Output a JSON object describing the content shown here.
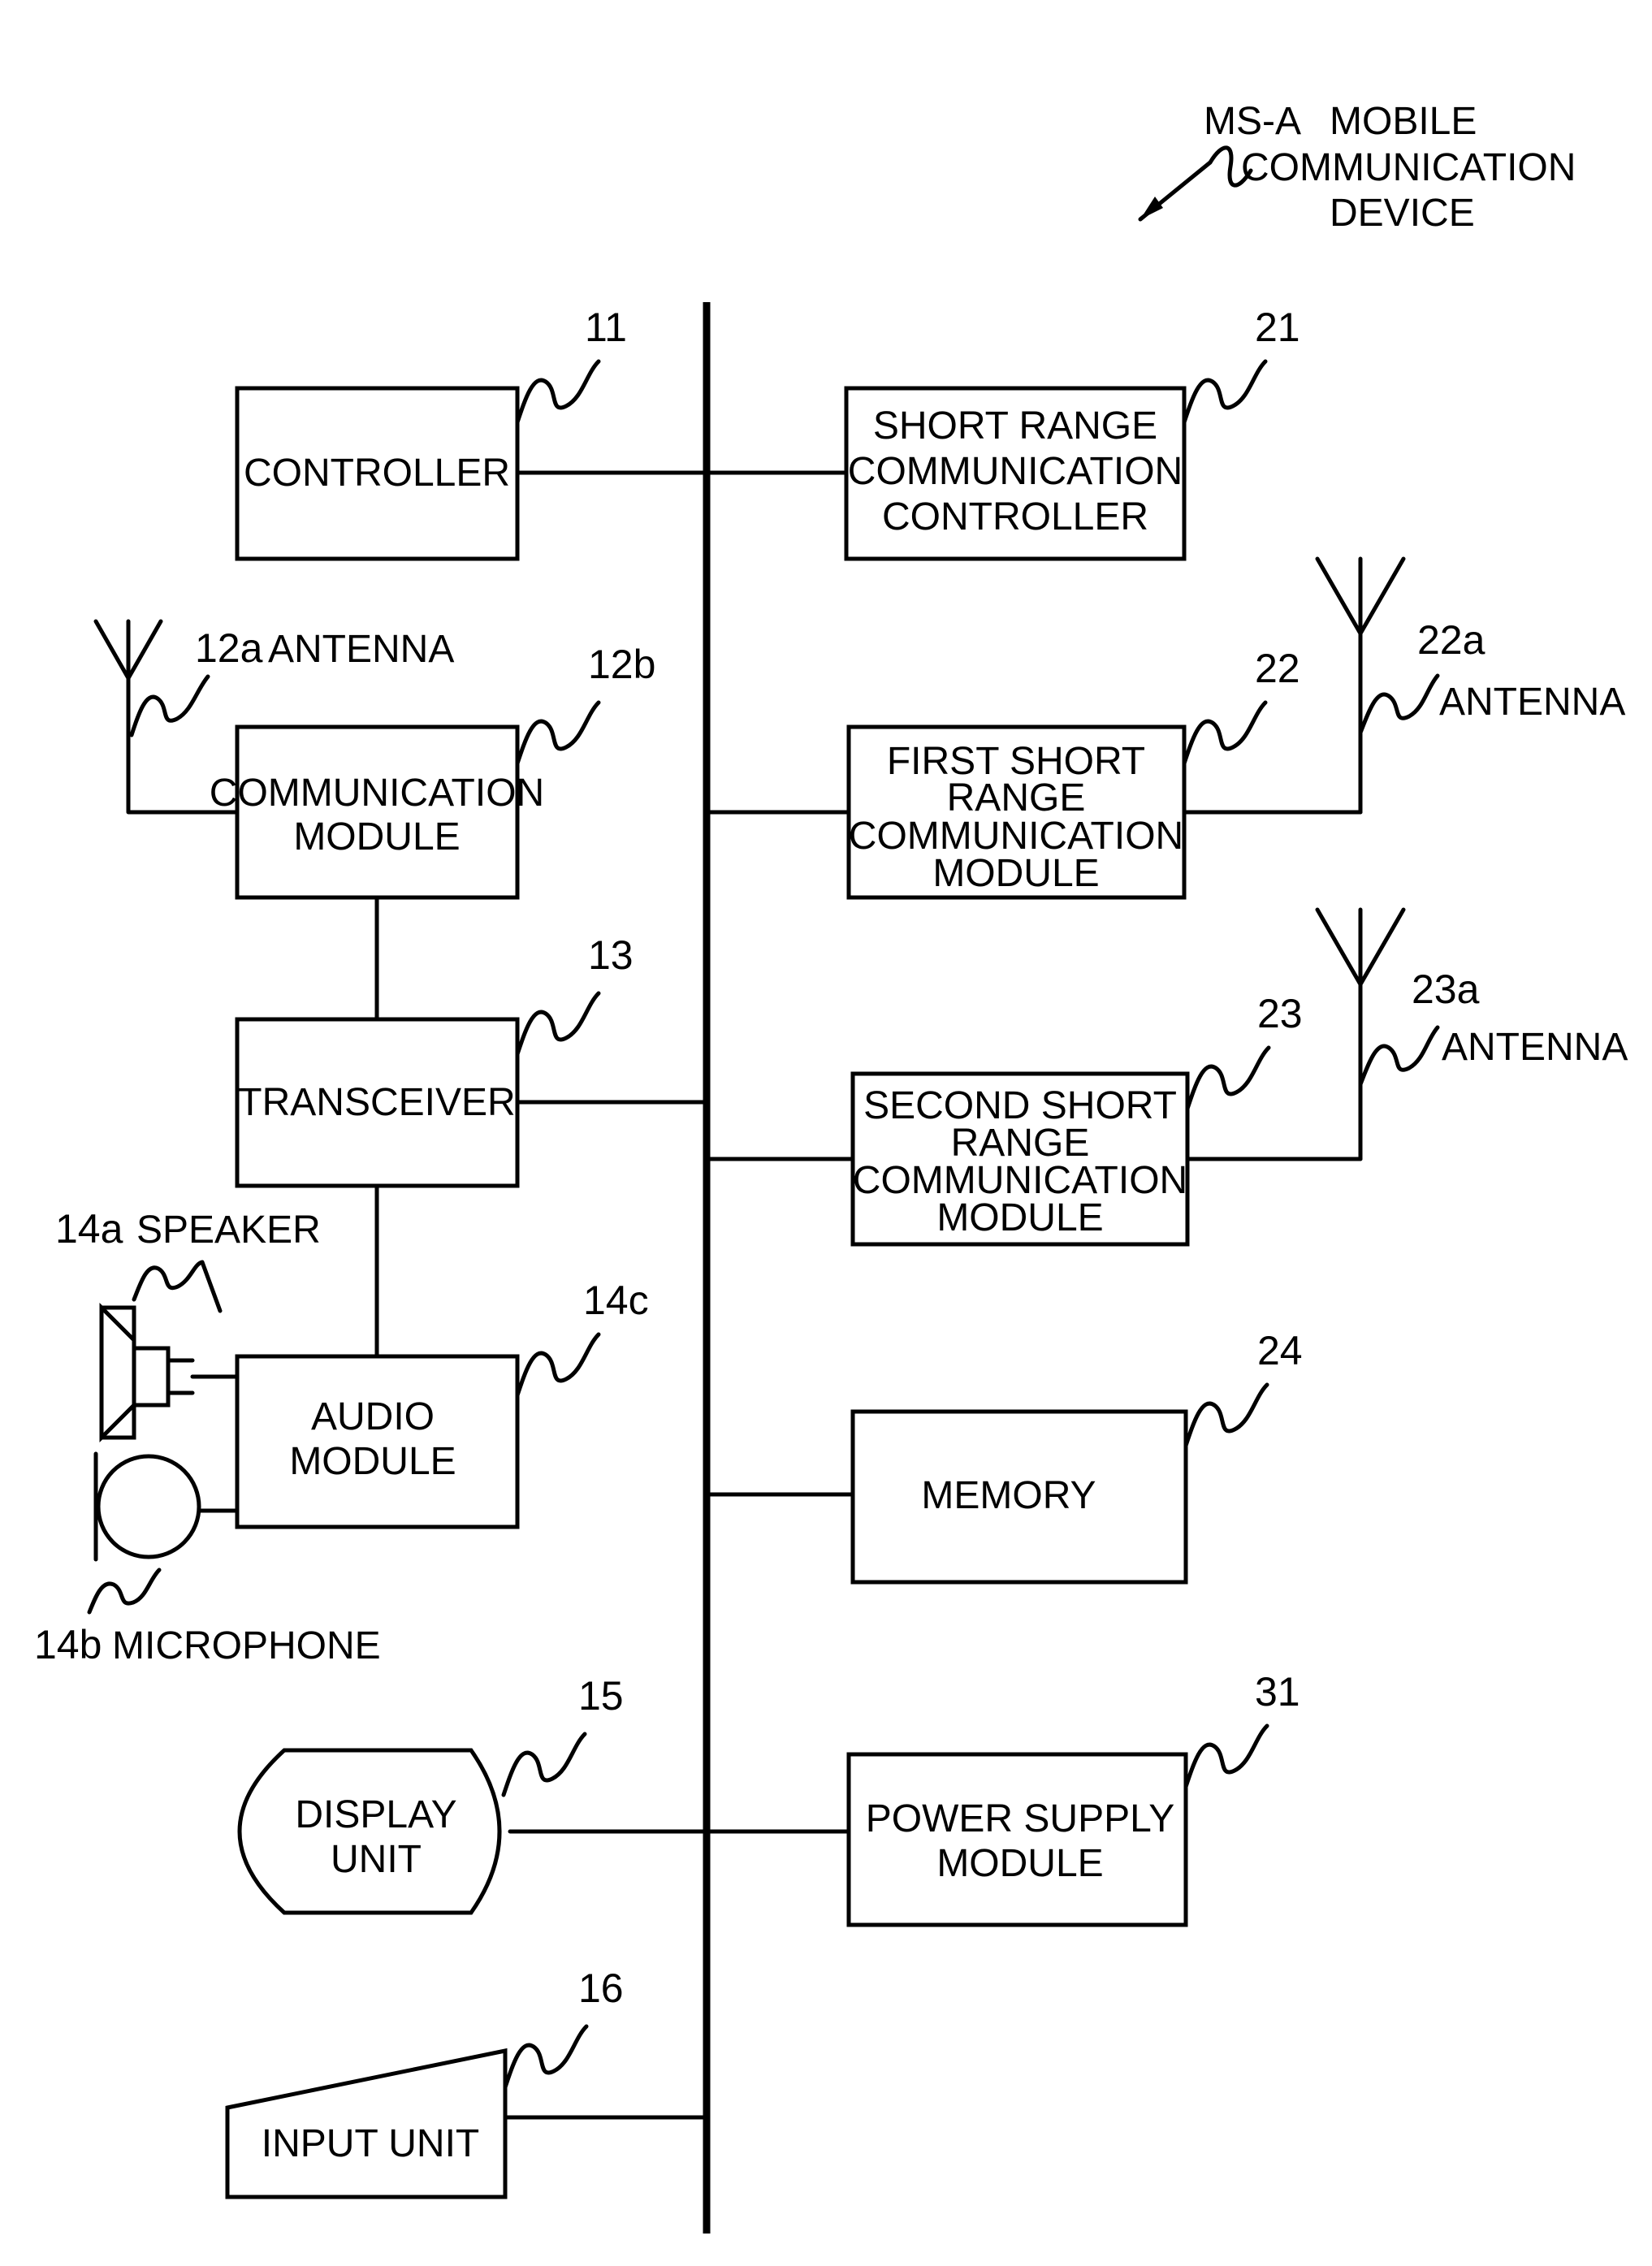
{
  "title": {
    "ref": "MS-A",
    "lines": [
      "MOBILE",
      "COMMUNICATION",
      "DEVICE"
    ]
  },
  "left_blocks": {
    "controller": {
      "ref": "11",
      "lines": [
        "CONTROLLER"
      ]
    },
    "communication_module": {
      "ref": "12b",
      "lines": [
        "COMMUNICATION",
        "MODULE"
      ]
    },
    "transceiver": {
      "ref": "13",
      "lines": [
        "TRANSCEIVER"
      ]
    },
    "audio_module": {
      "ref": "14c",
      "lines": [
        "AUDIO",
        "MODULE"
      ]
    },
    "display_unit": {
      "ref": "15",
      "lines": [
        "DISPLAY",
        "UNIT"
      ]
    },
    "input_unit": {
      "ref": "16",
      "lines": [
        "INPUT UNIT"
      ]
    }
  },
  "right_blocks": {
    "short_range_controller": {
      "ref": "21",
      "lines": [
        "SHORT RANGE",
        "COMMUNICATION",
        "CONTROLLER"
      ]
    },
    "first_short_range_module": {
      "ref": "22",
      "lines": [
        "FIRST SHORT",
        "RANGE",
        "COMMUNICATION",
        "MODULE"
      ]
    },
    "second_short_range_module": {
      "ref": "23",
      "lines": [
        "SECOND SHORT",
        "RANGE",
        "COMMUNICATION",
        "MODULE"
      ]
    },
    "memory": {
      "ref": "24",
      "lines": [
        "MEMORY"
      ]
    },
    "power_supply_module": {
      "ref": "31",
      "lines": [
        "POWER SUPPLY",
        "MODULE"
      ]
    }
  },
  "peripherals": {
    "antenna_12a": {
      "ref": "12a",
      "label": "ANTENNA"
    },
    "antenna_22a": {
      "ref": "22a",
      "label": "ANTENNA"
    },
    "antenna_23a": {
      "ref": "23a",
      "label": "ANTENNA"
    },
    "speaker_14a": {
      "ref": "14a",
      "label": "SPEAKER"
    },
    "microphone_14b": {
      "ref": "14b",
      "label": "MICROPHONE"
    }
  }
}
